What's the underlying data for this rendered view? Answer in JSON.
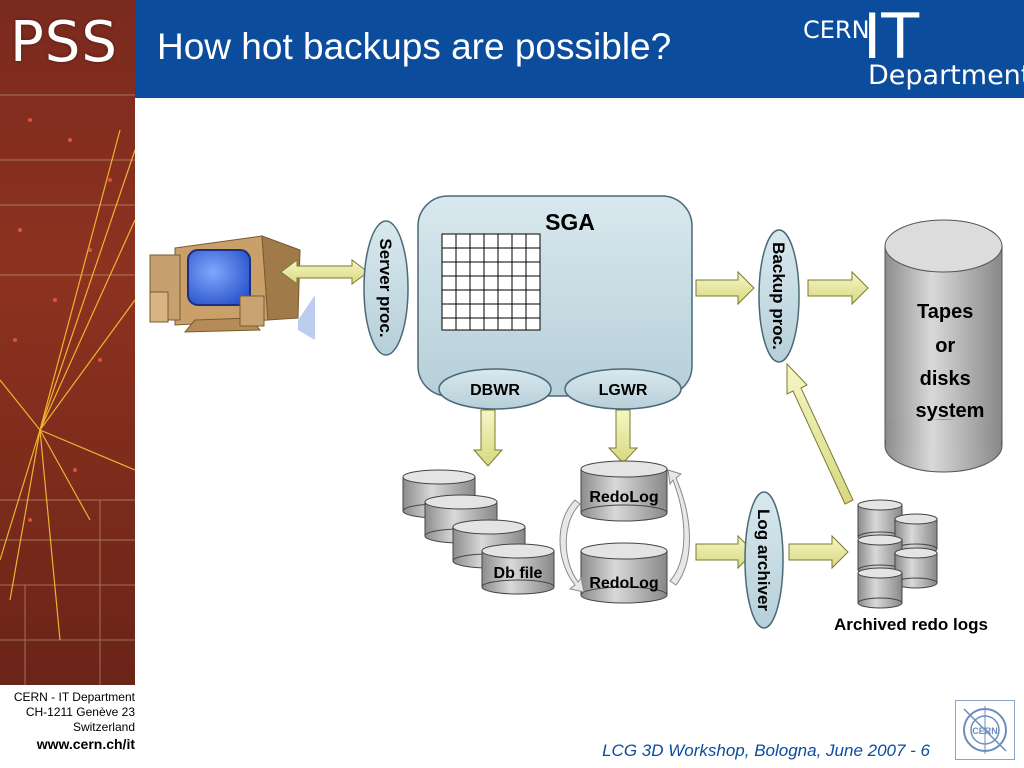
{
  "header": {
    "logo_text": "PSS",
    "title": "How hot backups are possible?",
    "brand_cern": "CERN",
    "brand_it": "IT",
    "brand_department": "Department"
  },
  "diagram": {
    "sga_label": "SGA",
    "server_proc_label": "Server proc.",
    "backup_proc_label": "Backup proc.",
    "dbwr_label": "DBWR",
    "lgwr_label": "LGWR",
    "log_archiver_label": "Log archiver",
    "tapes_label_lines": [
      "Tapes",
      "or",
      "disks",
      "system"
    ],
    "db_file_label": "Db file",
    "redolog_labels": [
      "RedoLog",
      "RedoLog"
    ],
    "archived_label": "Archived redo logs"
  },
  "footer": {
    "address_lines": [
      "CERN - IT Department",
      "CH-1211 Genève 23",
      "Switzerland"
    ],
    "url": "www.cern.ch/it",
    "event": "LCG 3D Workshop, Bologna, June 2007 - 6"
  },
  "colors": {
    "header_blue": "#0b4c9c",
    "sidebar_red": "#8e2a1c",
    "arrow_fill": "#eeee99",
    "sga_fill": "#c9dde5",
    "cylinder_gray": "#bdbdbd"
  }
}
